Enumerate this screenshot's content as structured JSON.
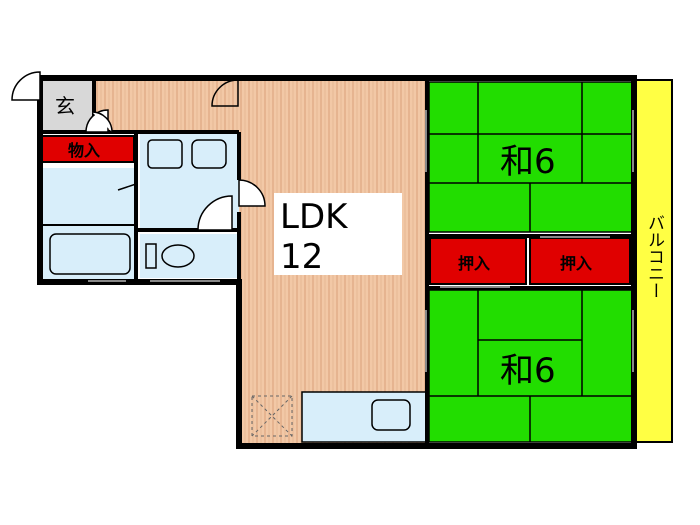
{
  "rooms": {
    "entrance_label": "玄",
    "storage_label": "物入",
    "ldk_label": "LDK",
    "ldk_size": "12",
    "washitsu_top_label": "和6",
    "washitsu_bottom_label": "和6",
    "closet_left_label": "押入",
    "closet_right_label": "押入",
    "balcony_label": "バルコニー"
  },
  "colors": {
    "tatami": "#22dd00",
    "closet": "#e00000",
    "balcony": "#ffff44",
    "flooring": "#f2c8a6",
    "wet_area": "#d8eefa",
    "wall": "#000000"
  }
}
